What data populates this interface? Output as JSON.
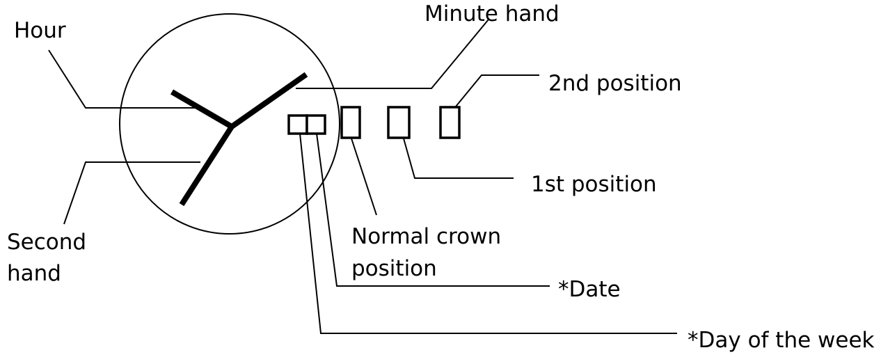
{
  "labels": {
    "hour": "Hour",
    "minute_hand": "Minute hand",
    "second_hand_line1": "Second",
    "second_hand_line2": "hand",
    "second_position": "2nd position",
    "first_position": "1st position",
    "normal_crown_line1": "Normal crown",
    "normal_crown_line2": "position",
    "date": "*Date",
    "day_of_week": "*Day of the week"
  },
  "colors": {
    "ink": "#000000",
    "background": "#ffffff"
  }
}
